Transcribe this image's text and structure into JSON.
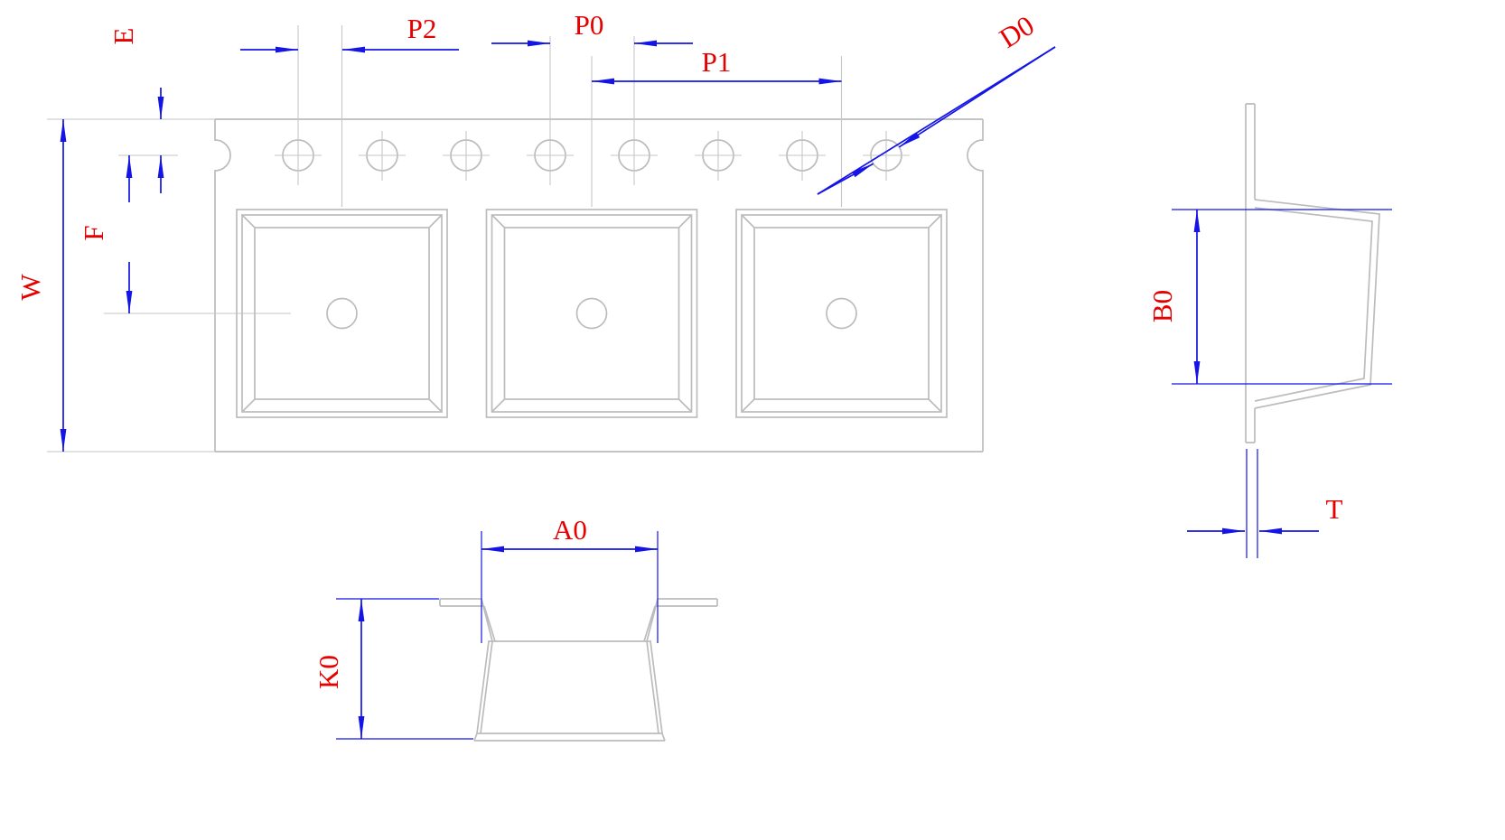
{
  "diagram": {
    "type": "engineering-dimension-drawing",
    "subject": "SMD carrier tape (tape and reel) pocket dimension drawing",
    "colors": {
      "drawing_line": "#bcbcbc",
      "dimension_line": "#1414e6",
      "label_text": "#e60000",
      "background": "#ffffff"
    },
    "counts": {
      "pockets_in_top_view": 3,
      "sprocket_holes_in_top_view": 8
    },
    "labels": {
      "E": "E",
      "F": "F",
      "W": "W",
      "P2": "P2",
      "P0": "P0",
      "P1": "P1",
      "D0": "D0",
      "A0": "A0",
      "K0": "K0",
      "B0": "B0",
      "T": "T"
    }
  }
}
